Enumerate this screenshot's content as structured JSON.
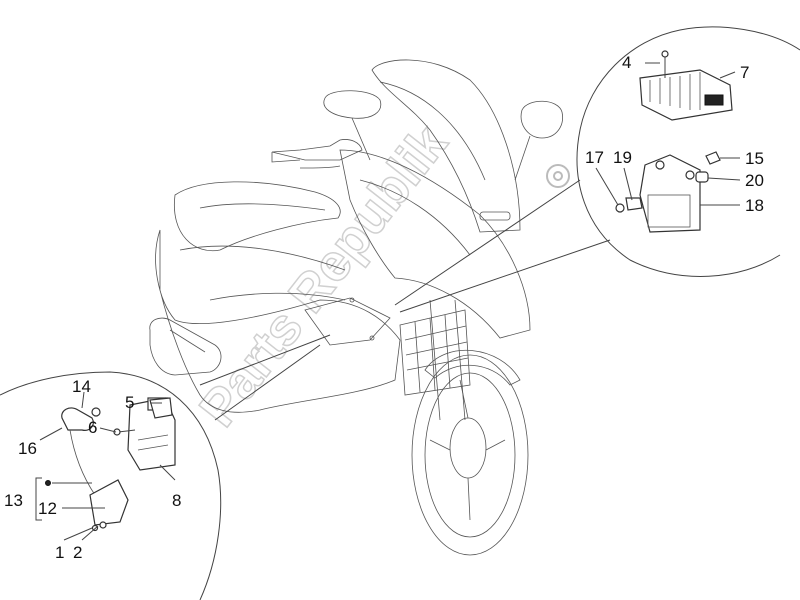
{
  "watermark": "Parts Republik",
  "callouts": [
    {
      "id": "1",
      "text": "1"
    },
    {
      "id": "2",
      "text": "2"
    },
    {
      "id": "4",
      "text": "4"
    },
    {
      "id": "5",
      "text": "5"
    },
    {
      "id": "6",
      "text": "6"
    },
    {
      "id": "7",
      "text": "7"
    },
    {
      "id": "8",
      "text": "8"
    },
    {
      "id": "12",
      "text": "12"
    },
    {
      "id": "13",
      "text": "13"
    },
    {
      "id": "14",
      "text": "14"
    },
    {
      "id": "15",
      "text": "15"
    },
    {
      "id": "16",
      "text": "16"
    },
    {
      "id": "17",
      "text": "17"
    },
    {
      "id": "18",
      "text": "18"
    },
    {
      "id": "19",
      "text": "19"
    },
    {
      "id": "20",
      "text": "20"
    }
  ],
  "colors": {
    "line": "#444444",
    "watermark": "#d9d9d9",
    "ink": "#111111"
  }
}
